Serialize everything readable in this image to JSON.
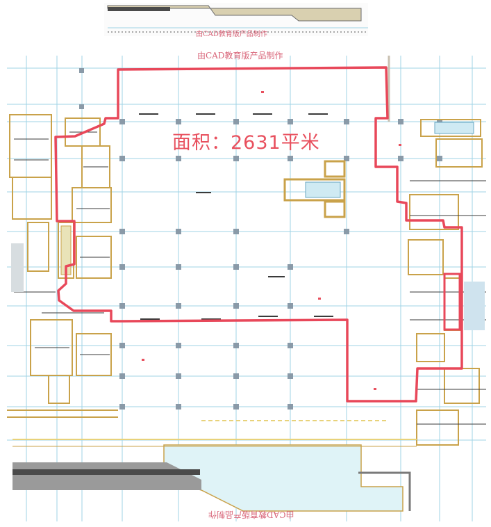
{
  "drawing": {
    "area_label": "面积：2631平米",
    "watermark_top": "由CAD教育版产品制作",
    "watermark_top_strip": "由CAD教育版产品制作",
    "watermark_bottom": "由CAD教育版产品制作"
  },
  "colors": {
    "boundary": "#e8485a",
    "grid": "#9fd3e6",
    "walls": "#c9a24a",
    "columns": "#8a9aa8",
    "water": "#bfe8f0",
    "annotation": "#e8505e"
  }
}
